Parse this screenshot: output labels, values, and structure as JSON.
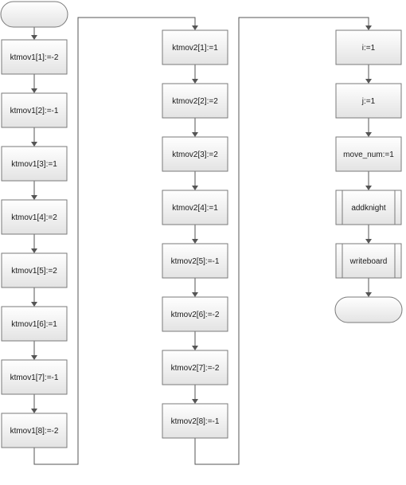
{
  "colors": {
    "box_fill_top": "#ffffff",
    "box_fill_bottom": "#e3e3e3",
    "box_stroke": "#7a7a7a",
    "connector": "#555555"
  },
  "columns": [
    {
      "id": "col1",
      "steps": [
        {
          "type": "terminal",
          "label": ""
        },
        {
          "type": "process",
          "label": "ktmov1[1]:=-2"
        },
        {
          "type": "process",
          "label": "ktmov1[2]:=-1"
        },
        {
          "type": "process",
          "label": "ktmov1[3]:=1"
        },
        {
          "type": "process",
          "label": "ktmov1[4]:=2"
        },
        {
          "type": "process",
          "label": "ktmov1[5]:=2"
        },
        {
          "type": "process",
          "label": "ktmov1[6]:=1"
        },
        {
          "type": "process",
          "label": "ktmov1[7]:=-1"
        },
        {
          "type": "process",
          "label": "ktmov1[8]:=-2"
        }
      ]
    },
    {
      "id": "col2",
      "steps": [
        {
          "type": "process",
          "label": "ktmov2[1]:=1"
        },
        {
          "type": "process",
          "label": "ktmov2[2]:=2"
        },
        {
          "type": "process",
          "label": "ktmov2[3]:=2"
        },
        {
          "type": "process",
          "label": "ktmov2[4]:=1"
        },
        {
          "type": "process",
          "label": "ktmov2[5]:=-1"
        },
        {
          "type": "process",
          "label": "ktmov2[6]:=-2"
        },
        {
          "type": "process",
          "label": "ktmov2[7]:=-2"
        },
        {
          "type": "process",
          "label": "ktmov2[8]:=-1"
        }
      ]
    },
    {
      "id": "col3",
      "steps": [
        {
          "type": "process",
          "label": "i:=1"
        },
        {
          "type": "process",
          "label": "j:=1"
        },
        {
          "type": "process",
          "label": "move_num:=1"
        },
        {
          "type": "subprocess",
          "label": "addknight"
        },
        {
          "type": "subprocess",
          "label": "writeboard"
        },
        {
          "type": "terminal",
          "label": ""
        }
      ]
    }
  ]
}
